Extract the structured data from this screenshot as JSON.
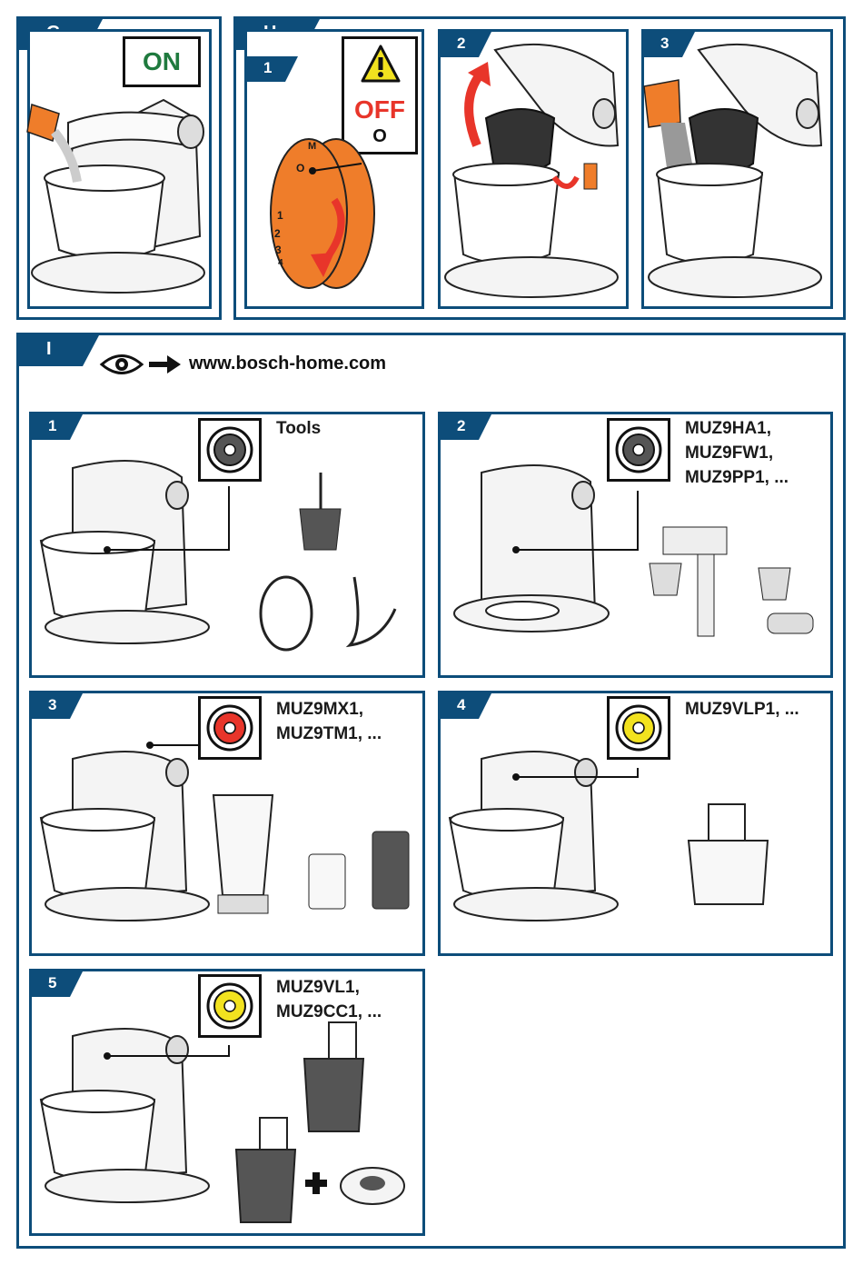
{
  "section_g": {
    "tab": "G",
    "on_label": "ON"
  },
  "section_h": {
    "tab": "H",
    "steps": [
      "1",
      "2",
      "3"
    ],
    "off_label": "OFF",
    "off_symbol": "O",
    "dial_marks": [
      "M",
      "O",
      "1",
      "2",
      "3",
      "4"
    ]
  },
  "section_i": {
    "tab": "I",
    "url": "www.bosch-home.com",
    "panels": [
      {
        "num": "1",
        "label": "Tools",
        "drive_color": "#555555"
      },
      {
        "num": "2",
        "label": "MUZ9HA1,\nMUZ9FW1,\nMUZ9PP1, ...",
        "drive_color": "#555555"
      },
      {
        "num": "3",
        "label": "MUZ9MX1,\nMUZ9TM1, ...",
        "drive_color": "#e8352a"
      },
      {
        "num": "4",
        "label": "MUZ9VLP1, ...",
        "drive_color": "#f2e21f"
      },
      {
        "num": "5",
        "label": "MUZ9VL1,\nMUZ9CC1, ...",
        "drive_color": "#f2e21f"
      }
    ]
  },
  "colors": {
    "frame": "#0d4d7a",
    "accent_orange": "#ef7d2a",
    "arrow_red": "#e8352a",
    "on_green": "#1f7a3e"
  },
  "icons": [
    "eye-icon",
    "arrow-right-icon",
    "warning-icon",
    "drive-gear-icon"
  ]
}
